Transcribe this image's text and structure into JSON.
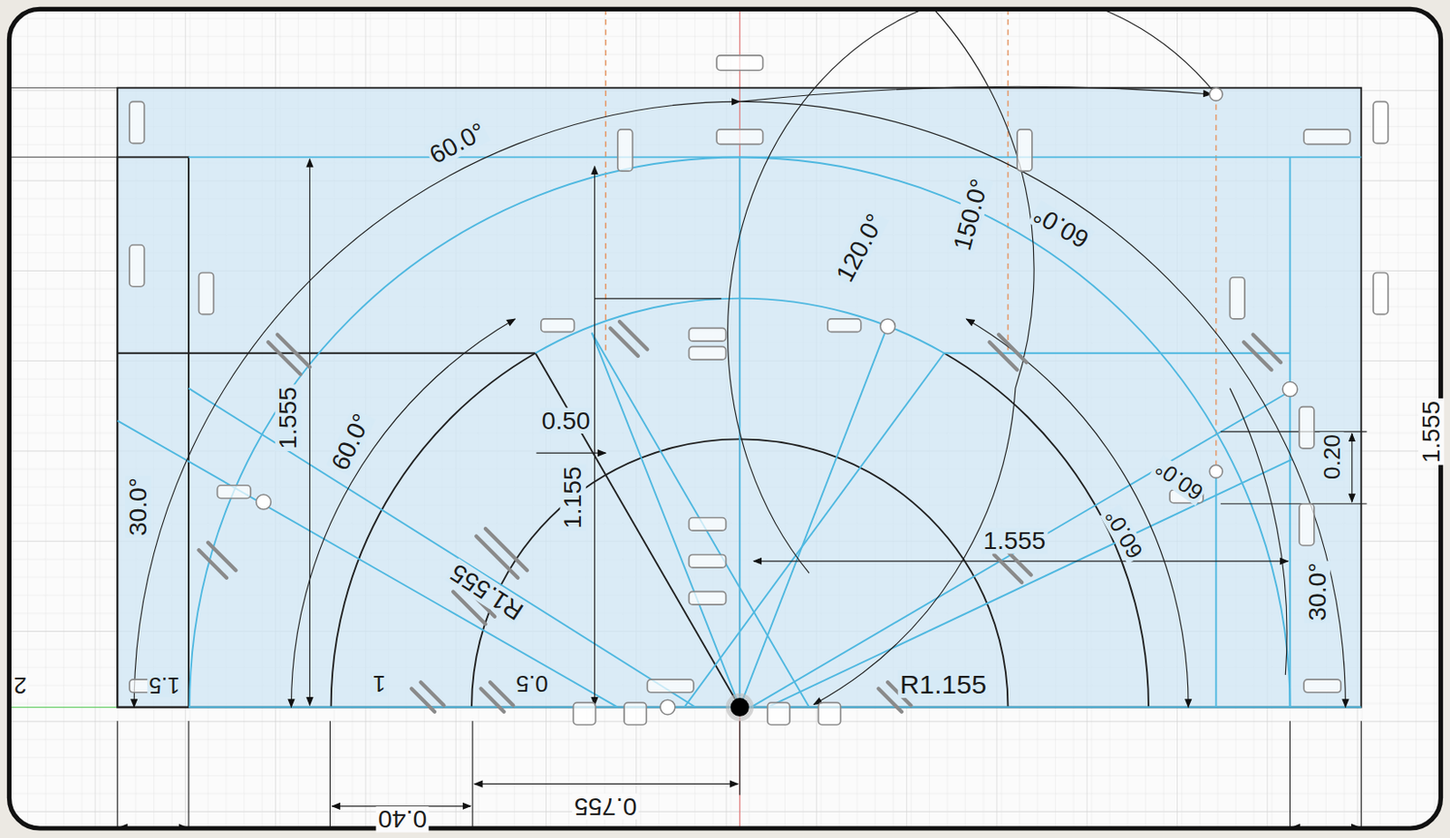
{
  "diagram": {
    "labels": [
      "60.0°",
      "150.0°",
      "120.0°",
      "60.0°",
      "1.555",
      "60.0°",
      "0.50",
      "1.155",
      "30.0°",
      "R1.555",
      "1.555",
      "60.0°",
      "60.0°",
      "0.20",
      "1.555",
      "30.0°",
      "R1.155",
      "2",
      "1.5",
      "1",
      "0.5",
      "0.755",
      "0.40"
    ]
  }
}
